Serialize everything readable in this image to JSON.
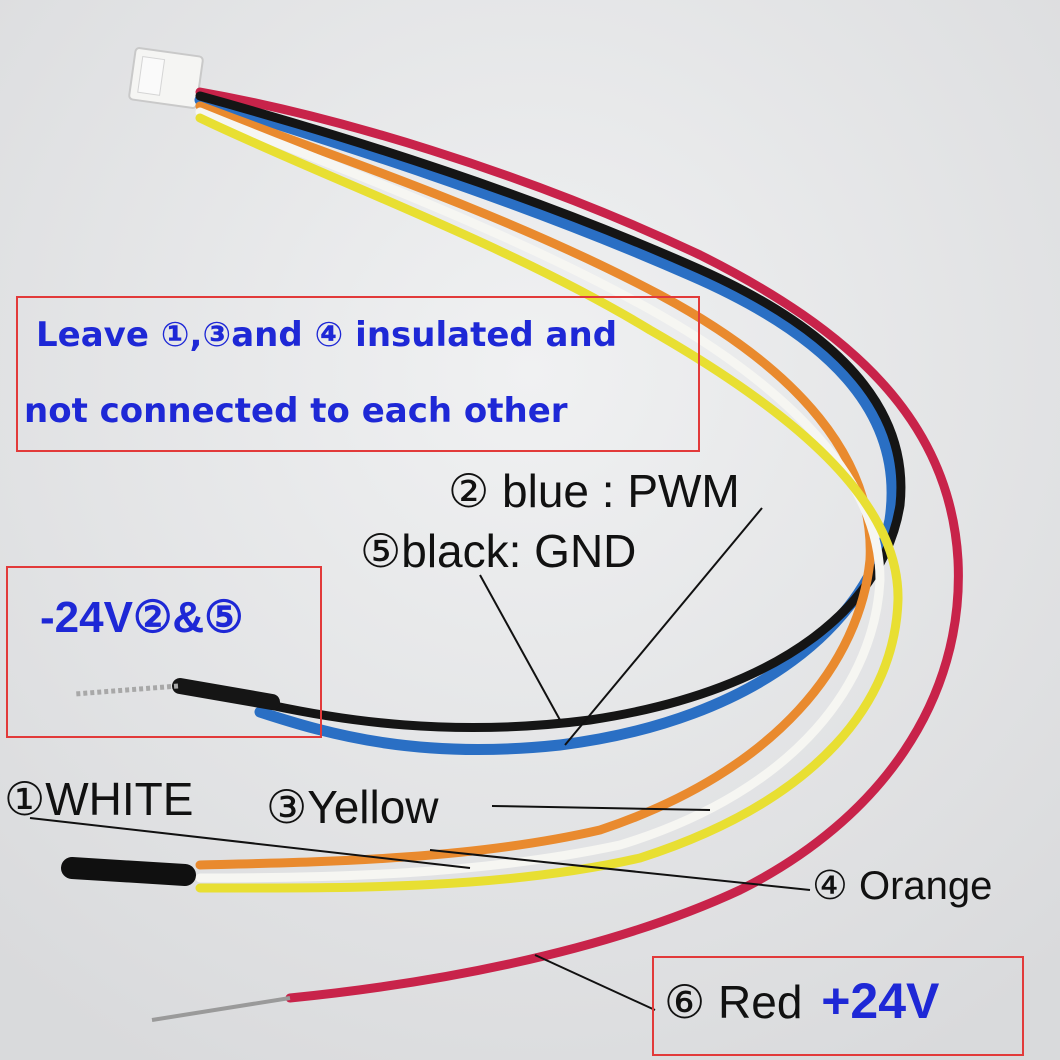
{
  "note": {
    "line1": "Leave ①,③and ④ insulated and",
    "line2": "not connected to each other"
  },
  "labels": {
    "blue": "② blue : PWM",
    "black": "⑤black: GND",
    "negative": "-24V②&⑤",
    "white": "①WHITE",
    "yellow": "③Yellow",
    "orange": "④ Orange",
    "red_prefix": "⑥ Red",
    "red_voltage": "+24V"
  },
  "colors": {
    "background": "#e6e7e8",
    "annotation_box": "#e23a3a",
    "annotation_text": "#1e28d6",
    "wire_red": "#c8234a",
    "wire_blue": "#2a6fc4",
    "wire_black": "#151515",
    "wire_orange": "#e98a2e",
    "wire_white": "#f6f6f2",
    "wire_yellow": "#e8df32"
  }
}
